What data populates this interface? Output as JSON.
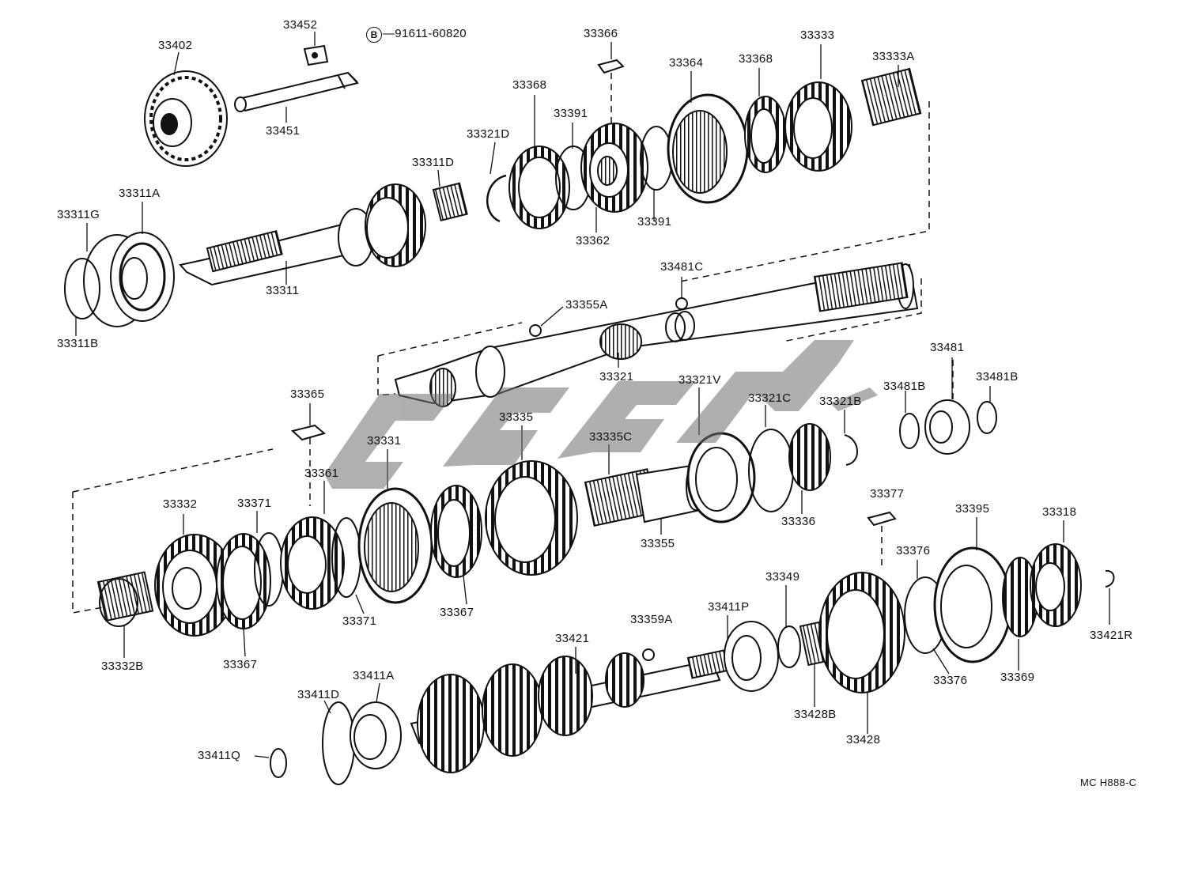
{
  "diagram": {
    "b_symbol": "B",
    "diagram_code": "MC H888-C",
    "labels": {
      "p33402": "33402",
      "p33452": "33452",
      "p91611": "—91611-60820",
      "p33451": "33451",
      "p33366": "33366",
      "p33333": "33333",
      "p33333A": "33333A",
      "p33364": "33364",
      "p33368a": "33368",
      "p33368b": "33368",
      "p33391a": "33391",
      "p33391b": "33391",
      "p33321D": "33321D",
      "p33362": "33362",
      "p33311D": "33311D",
      "p33311A": "33311A",
      "p33311G": "33311G",
      "p33311B": "33311B",
      "p33311": "33311",
      "p33481C": "33481C",
      "p33355A": "33355A",
      "p33321": "33321",
      "p33481": "33481",
      "p33481Ba": "33481B",
      "p33481Bb": "33481B",
      "p33365": "33365",
      "p33321V": "33321V",
      "p33321C": "33321C",
      "p33321B": "33321B",
      "p33335": "33335",
      "p33331": "33331",
      "p33335C": "33335C",
      "p33361": "33361",
      "p33332": "33332",
      "p33371a": "33371",
      "p33371b": "33371",
      "p33336": "33336",
      "p33355": "33355",
      "p33377": "33377",
      "p33395": "33395",
      "p33318": "33318",
      "p33367a": "33367",
      "p33367b": "33367",
      "p33376a": "33376",
      "p33376b": "33376",
      "p33349": "33349",
      "p33332B": "33332B",
      "p33359A": "33359A",
      "p33411P": "33411P",
      "p33421": "33421",
      "p33421R": "33421R",
      "p33369": "33369",
      "p33411A": "33411A",
      "p33411D": "33411D",
      "p33428B": "33428B",
      "p33428": "33428",
      "p33411Q": "33411Q"
    }
  }
}
